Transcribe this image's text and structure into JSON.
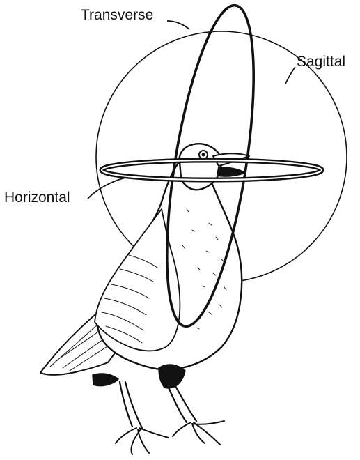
{
  "diagram": {
    "labels": {
      "transverse": "Transverse",
      "sagittal": "Sagittal",
      "horizontal": "Horizontal"
    },
    "colors": {
      "ink": "#111111",
      "background": "#ffffff",
      "ring_fill": "#ffffff"
    }
  }
}
